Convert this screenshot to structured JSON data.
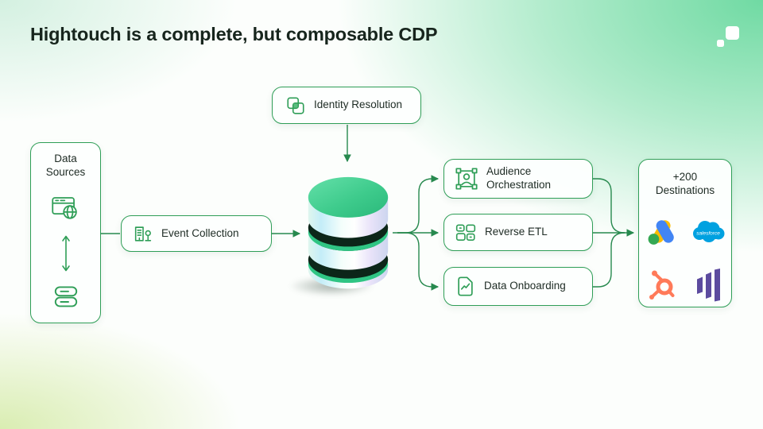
{
  "slide": {
    "title": "Hightouch is a complete, but composable CDP",
    "brand_logo": "hightouch-two-squares"
  },
  "colors": {
    "accent_green": "#2f9e57",
    "mint_background": "#72d9a2",
    "cylinder_green": "#2fc584",
    "cylinder_dark": "#0c2619",
    "google_blue": "#4285f4",
    "google_yellow": "#fbbc04",
    "google_green": "#34a853",
    "salesforce_blue": "#00a1e0",
    "hubspot_orange": "#ff7a59",
    "marketo_purple": "#5c4b9f"
  },
  "diagram": {
    "data_sources": {
      "label": "Data Sources",
      "icons": [
        "web-browser-globe-icon",
        "up-down-arrow-icon",
        "database-stack-icon"
      ]
    },
    "event_collection": {
      "label": "Event Collection",
      "icon": "event-collection-icon"
    },
    "identity_resolution": {
      "label": "Identity Resolution",
      "icon": "identity-resolution-icon"
    },
    "warehouse": {
      "icon": "database-cylinder-3d"
    },
    "outputs": [
      {
        "label": "Audience Orchestration",
        "icon": "audience-orchestration-icon"
      },
      {
        "label": "Reverse ETL",
        "icon": "reverse-etl-icon"
      },
      {
        "label": "Data Onboarding",
        "icon": "data-onboarding-icon"
      }
    ],
    "destinations": {
      "label": "+200 Destinations",
      "logos": [
        {
          "name": "google-ads"
        },
        {
          "name": "salesforce",
          "wordmark": "salesforce"
        },
        {
          "name": "hubspot"
        },
        {
          "name": "marketo"
        }
      ]
    }
  }
}
